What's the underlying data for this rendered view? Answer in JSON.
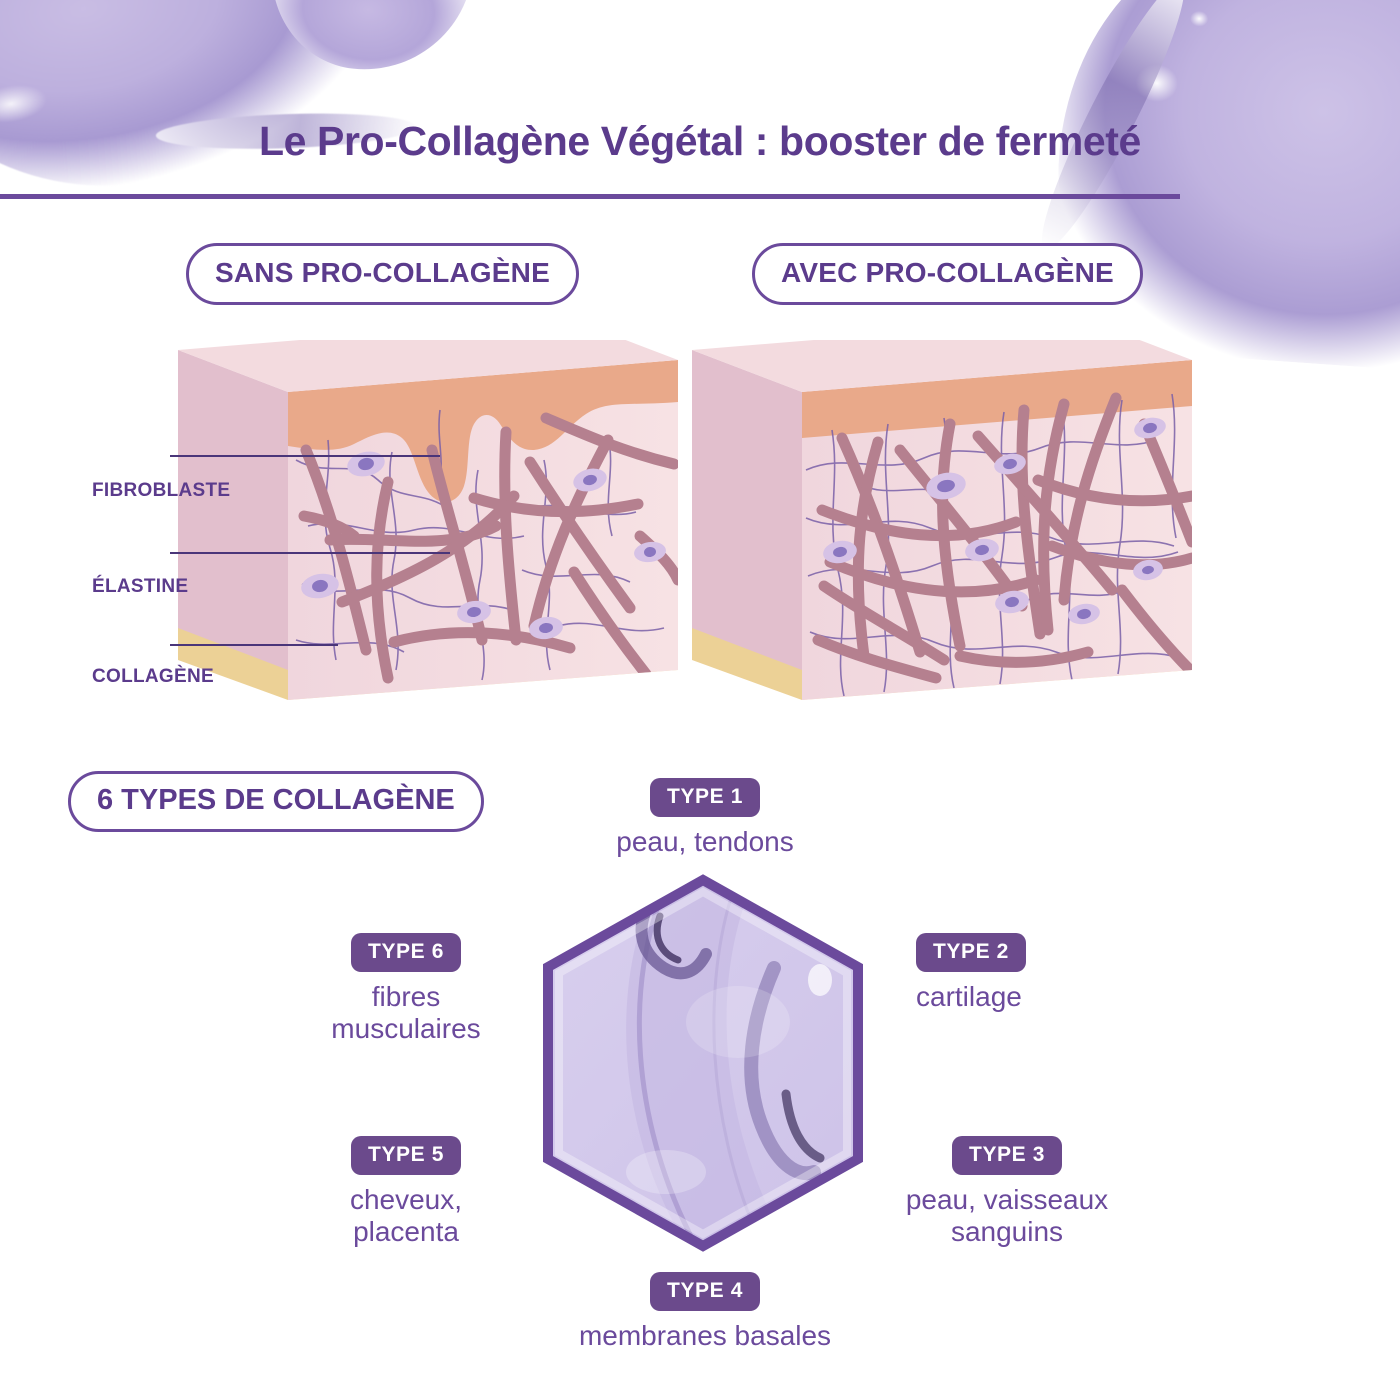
{
  "page": {
    "title": "Le Pro-Collagène Végétal : booster de fermeté",
    "accent_purple": "#6b4a9c",
    "badge_purple": "#6b4a8c",
    "text_purple": "#5b3b8c"
  },
  "comparison": {
    "left_badge": "SANS PRO-COLLAGÈNE",
    "right_badge": "AVEC PRO-COLLAGÈNE",
    "labels": [
      {
        "text": "FIBROBLASTE"
      },
      {
        "text": "ÉLASTINE"
      },
      {
        "text": "COLLAGÈNE"
      }
    ],
    "colors": {
      "epidermis": "#e9a98a",
      "dermis": "#efd2da",
      "dermis_side": "#e2bfcd",
      "dermis_top": "#f3dbdf",
      "fat": "#f8e3ae",
      "fat_side": "#f0d79c",
      "collagen_fiber": "#b5808f",
      "elastin_fiber": "#7a60a8",
      "fibroblast_body": "#cbb6e0",
      "fibroblast_nucleus": "#8a76c0"
    }
  },
  "types_section": {
    "badge": "6 TYPES DE COLLAGÈNE",
    "items": [
      {
        "id": "type-1",
        "badge": "TYPE 1",
        "caption": "peau, tendons"
      },
      {
        "id": "type-2",
        "badge": "TYPE 2",
        "caption": "cartilage"
      },
      {
        "id": "type-3",
        "badge": "TYPE 3",
        "caption": "peau, vaisseaux\nsanguins"
      },
      {
        "id": "type-4",
        "badge": "TYPE 4",
        "caption": "membranes basales"
      },
      {
        "id": "type-5",
        "badge": "TYPE 5",
        "caption": "cheveux,\nplacenta"
      },
      {
        "id": "type-6",
        "badge": "TYPE 6",
        "caption": "fibres\nmusculaires"
      }
    ],
    "hexagon": {
      "border_color": "#6b4a9c",
      "fill_color": "#cfc5e8"
    }
  }
}
